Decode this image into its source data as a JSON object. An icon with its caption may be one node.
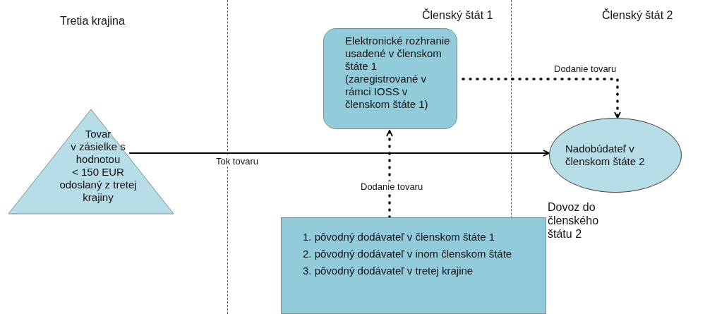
{
  "diagram": {
    "nodes": [
      {
        "text": [
          "Tovar",
          "v zásielke s hodnotou",
          "< 150 EUR",
          "odoslaný z tretej krajiny"
        ]
      },
      {
        "text": [
          "Elektronické rozhranie",
          "usadené v členskom štáte 1 (zaregistrované v rámci IOSS v členskom štáte 1)"
        ]
      },
      {
        "text": [
          "Nadobúdateľ v členskom štáte 2"
        ]
      },
      {
        "text": [
          "1. pôvodný dodávateľ v členskom štáte 1",
          "2. pôvodný dodávateľ v inom členskom štáte",
          "3. pôvodný dodávateľ v tretej krajine"
        ]
      }
    ],
    "edges": [
      {
        "from": 0,
        "to": 2,
        "arrow": "to",
        "label": "Tok tovaru"
      },
      {
        "from": 3,
        "to": 1,
        "arrow": "to",
        "label": "Dodanie tovaru",
        "style": "dashed"
      },
      {
        "from": 1,
        "to": 2,
        "arrow": "to",
        "label": "Dodanie tovaru",
        "style": "dashed"
      }
    ],
    "labels": [
      "Tretia krajina",
      "Členský štát 1",
      "Členský štát 2",
      "Dovoz do členského štátu 2"
    ]
  }
}
